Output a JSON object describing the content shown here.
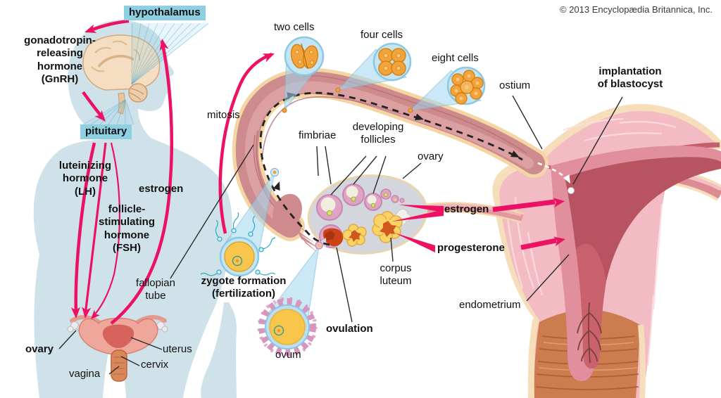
{
  "copyright": "© 2013 Encyclopædia Britannica, Inc.",
  "labels": {
    "hypothalamus": "hypothalamus",
    "pituitary": "pituitary",
    "gnrh": "gonadotropin-\nreleasing\nhormone\n(GnRH)",
    "lh": "luteinizing\nhormone\n(LH)",
    "estrogen_left": "estrogen",
    "fsh": "follicle-\nstimulating\nhormone\n(FSH)",
    "fallopian_tube": "fallopian\ntube",
    "ovary_left": "ovary",
    "uterus": "uterus",
    "vagina": "vagina",
    "cervix": "cervix",
    "mitosis": "mitosis",
    "two_cells": "two cells",
    "four_cells": "four cells",
    "eight_cells": "eight cells",
    "fimbriae": "fimbriae",
    "developing_follicles": "developing\nfollicles",
    "ovary_center": "ovary",
    "estrogen_center": "estrogen",
    "progesterone": "progesterone",
    "corpus_luteum": "corpus\nluteum",
    "zygote_formation": "zygote formation\n(fertilization)",
    "ovum": "ovum",
    "ovulation": "ovulation",
    "ostium": "ostium",
    "implantation": "implantation\nof blastocyst",
    "endometrium": "endometrium"
  },
  "colors": {
    "arrow_pink": "#ED1164",
    "label_box_blue": "#8ECFE1",
    "silhouette_blue": "#CFE2EA",
    "tube_rose": "#CD8B8D",
    "cream_outline": "#F6DEBB",
    "uterus_wall_pink": "#F3BBC3",
    "endometrium_pink": "#E18F9D",
    "cavity_red": "#B85361",
    "vagina_orange": "#CC7C4E",
    "follicle_pink": "#DFA3C6",
    "corpus_luteum_yellow": "#F8D466",
    "cell_orange": "#F3A33C",
    "magnifier_blue": "#C3E5F5",
    "text_black": "#111111"
  }
}
